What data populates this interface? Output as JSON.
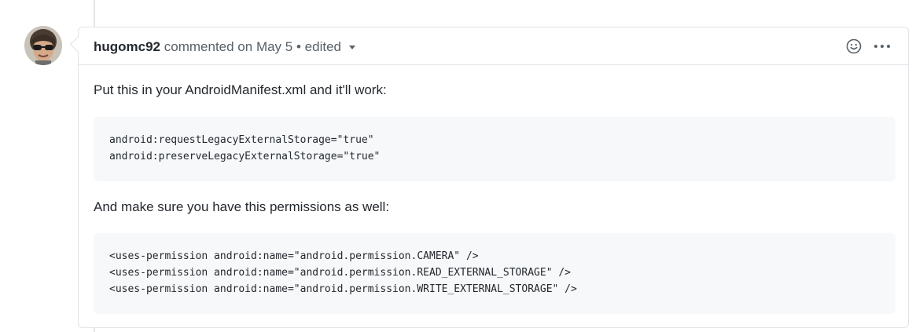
{
  "comment": {
    "author": "hugomc92",
    "action_text": "commented on May 5",
    "separator": "•",
    "edited_label": "edited",
    "icons": {
      "emoji": "smiley-icon",
      "more": "kebab-horizontal-icon",
      "dropdown": "triangle-down-icon"
    },
    "body": {
      "paragraph_1": "Put this in your AndroidManifest.xml and it'll work:",
      "code_block_1": [
        "android:requestLegacyExternalStorage=\"true\"",
        "android:preserveLegacyExternalStorage=\"true\""
      ],
      "paragraph_2": "And make sure you have this permissions as well:",
      "code_block_2": [
        "<uses-permission android:name=\"android.permission.CAMERA\" />",
        "<uses-permission android:name=\"android.permission.READ_EXTERNAL_STORAGE\" />",
        "<uses-permission android:name=\"android.permission.WRITE_EXTERNAL_STORAGE\" />"
      ]
    }
  },
  "colors": {
    "border": "#e1e4e8",
    "code_bg": "#f6f8fa",
    "text": "#24292e",
    "muted": "#586069"
  }
}
